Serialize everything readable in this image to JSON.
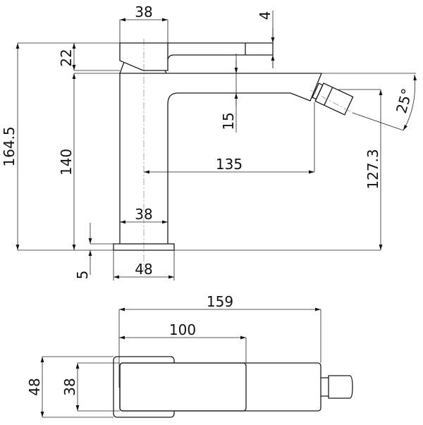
{
  "side_view": {
    "dims": {
      "handle_width": "38",
      "lever_thickness": "4",
      "handle_height": "22",
      "overall_height": "164.5",
      "body_height": "140",
      "spout_thickness": "15",
      "spout_reach": "135",
      "outlet_height": "127.3",
      "outlet_angle": "25°",
      "body_width": "38",
      "base_thickness": "5",
      "base_width": "48"
    }
  },
  "top_view": {
    "dims": {
      "overall_length": "159",
      "lever_length": "100",
      "base_width": "48",
      "body_width": "38"
    }
  }
}
